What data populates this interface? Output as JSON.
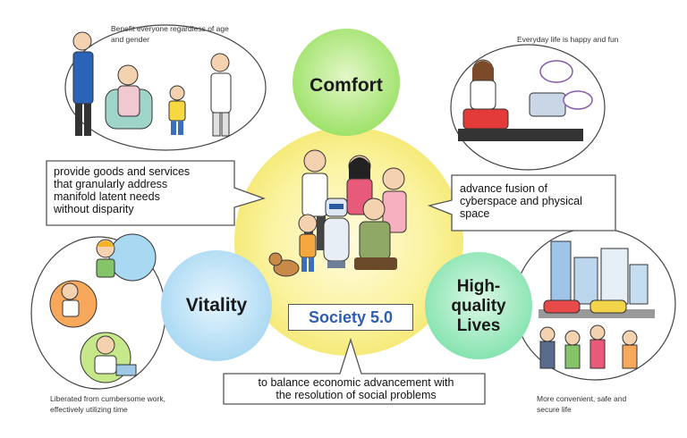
{
  "colors": {
    "comfort": "#9ee26a",
    "center": "#fbf3a0",
    "vitality": "#a9d8f2",
    "high_quality": "#86e3b0",
    "society_label": "#2e5fb0"
  },
  "circles": {
    "comfort": "Comfort",
    "vitality": "Vitality",
    "high_quality": [
      "High-",
      "quality",
      "Lives"
    ]
  },
  "center_title": "Society 5.0",
  "callouts": {
    "left": [
      "provide goods and services",
      "that granularly address",
      "manifold latent needs",
      "without disparity"
    ],
    "right": [
      "advance fusion of",
      "cyberspace and physical",
      "space"
    ],
    "bottom": [
      "to balance economic advancement with",
      "the resolution of social problems"
    ]
  },
  "captions": {
    "top_left": [
      "Benefit everyone regardless of age",
      "and gender"
    ],
    "top_right": [
      "Everyday life is happy and fun"
    ],
    "bottom_left": [
      "Liberated from cumbersome work,",
      "effectively utilizing time"
    ],
    "bottom_right": [
      "More convenient, safe and",
      "secure life"
    ]
  },
  "illustrations": [
    "people-group-icon",
    "cooking-kitchen-icon",
    "factory-worker-icon",
    "city-street-icon",
    "family-robot-icon"
  ]
}
